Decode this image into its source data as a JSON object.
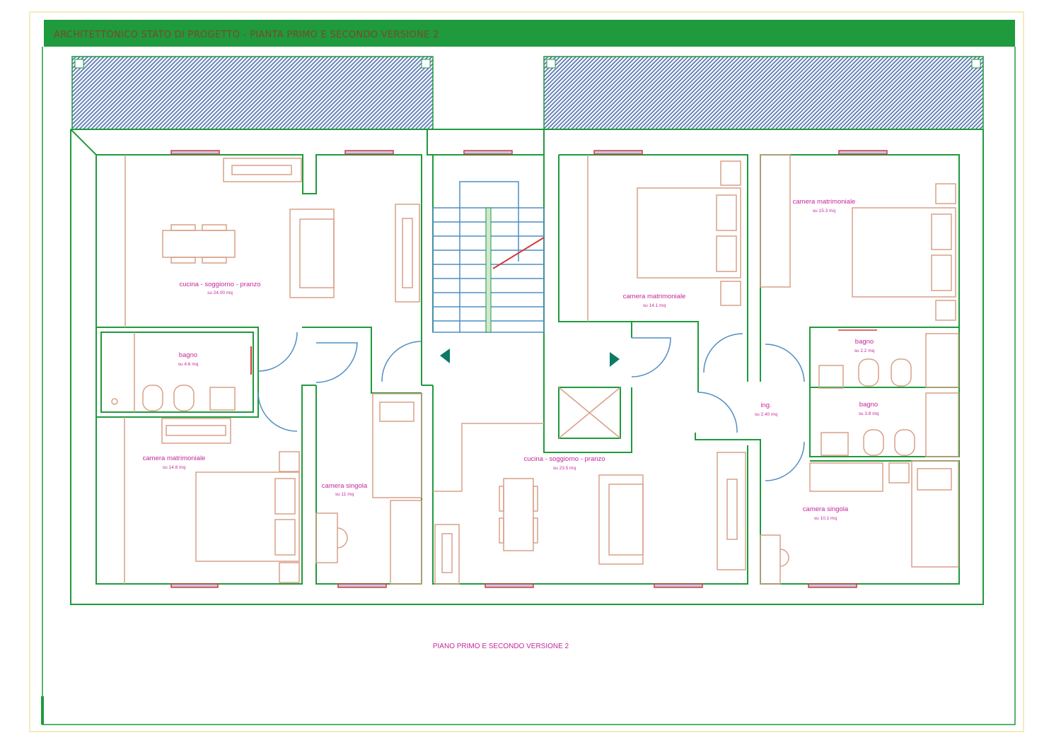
{
  "header": {
    "title": "ARCHITETTONICO STATO DI PROGETTO - PIANTA PRIMO E SECONDO VERSIONE 2"
  },
  "drawing_title": "PIANO PRIMO E SECONDO VERSIONE 2",
  "rooms": [
    {
      "name": "cucina - soggiorno - pranzo",
      "area": "su 24.00 mq"
    },
    {
      "name": "bagno",
      "area": "su 4.6 mq"
    },
    {
      "name": "camera matrimoniale",
      "area": "su 14.8 mq"
    },
    {
      "name": "camera singola",
      "area": "su 11 mq"
    },
    {
      "name": "cucina - soggiorno - pranzo",
      "area": "su 23.5 mq"
    },
    {
      "name": "camera matrimoniale",
      "area": "su 14.1 mq"
    },
    {
      "name": "camera matrimoniale",
      "area": "su 15.3 mq"
    },
    {
      "name": "bagno",
      "area": "su 2.2 mq"
    },
    {
      "name": "ing.",
      "area": "su 2.40 mq"
    },
    {
      "name": "bagno",
      "area": "su 3.8 mq"
    },
    {
      "name": "camera singola",
      "area": "su 10.1 mq"
    }
  ],
  "colors": {
    "walls": "#1f9a3c",
    "furniture": "#d9a088",
    "labels": "#c4289a",
    "doors": "#4f8ec4",
    "windows": "#d83a3a",
    "header": "#1f9a3c",
    "balcony_hatch": "#1c3f8a"
  }
}
